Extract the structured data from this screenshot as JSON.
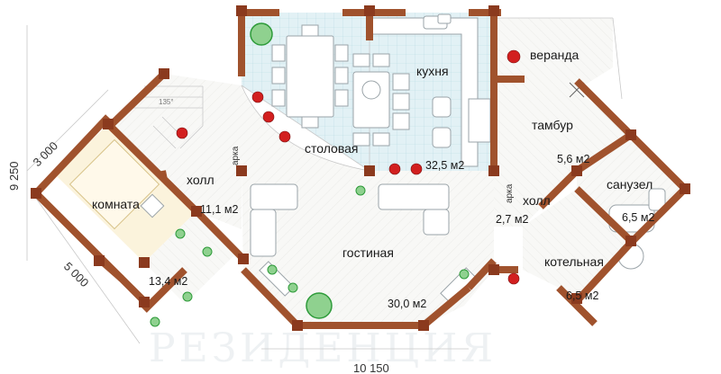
{
  "rooms": {
    "kitchen": "кухня",
    "veranda": "веранда",
    "dining": "столовая",
    "tambour": "тамбур",
    "hall_left": "холл",
    "hall_right": "холл",
    "room": "комната",
    "bathroom": "санузел",
    "living": "гостиная",
    "boiler": "котельная"
  },
  "areas": {
    "kitchen_dining": "32,5 м2",
    "tambour": "5,6 м2",
    "hall_left": "11,1 м2",
    "hall_right": "2,7 м2",
    "bathroom": "6,5 м2",
    "room": "13,4 м2",
    "living": "30,0 м2",
    "boiler": "6,5 м2"
  },
  "arch_labels": {
    "left": "арка",
    "right": "арка"
  },
  "dimensions": {
    "height": "9 250",
    "wing_short": "3 000",
    "wing_long": "5 000",
    "bottom_partial": "10 150"
  },
  "stair_angle": "135°",
  "watermark": "РЕЗИДЕНЦИЯ",
  "colors": {
    "wall": "#a0522d",
    "wall_end": "#8b3a1e",
    "tile": "#dff0f4",
    "room_floor": "#fbf3dc",
    "wood_floor": "#f7f7f5",
    "plant_green": "#2e9b3a",
    "flower_red": "#d21f1f"
  }
}
